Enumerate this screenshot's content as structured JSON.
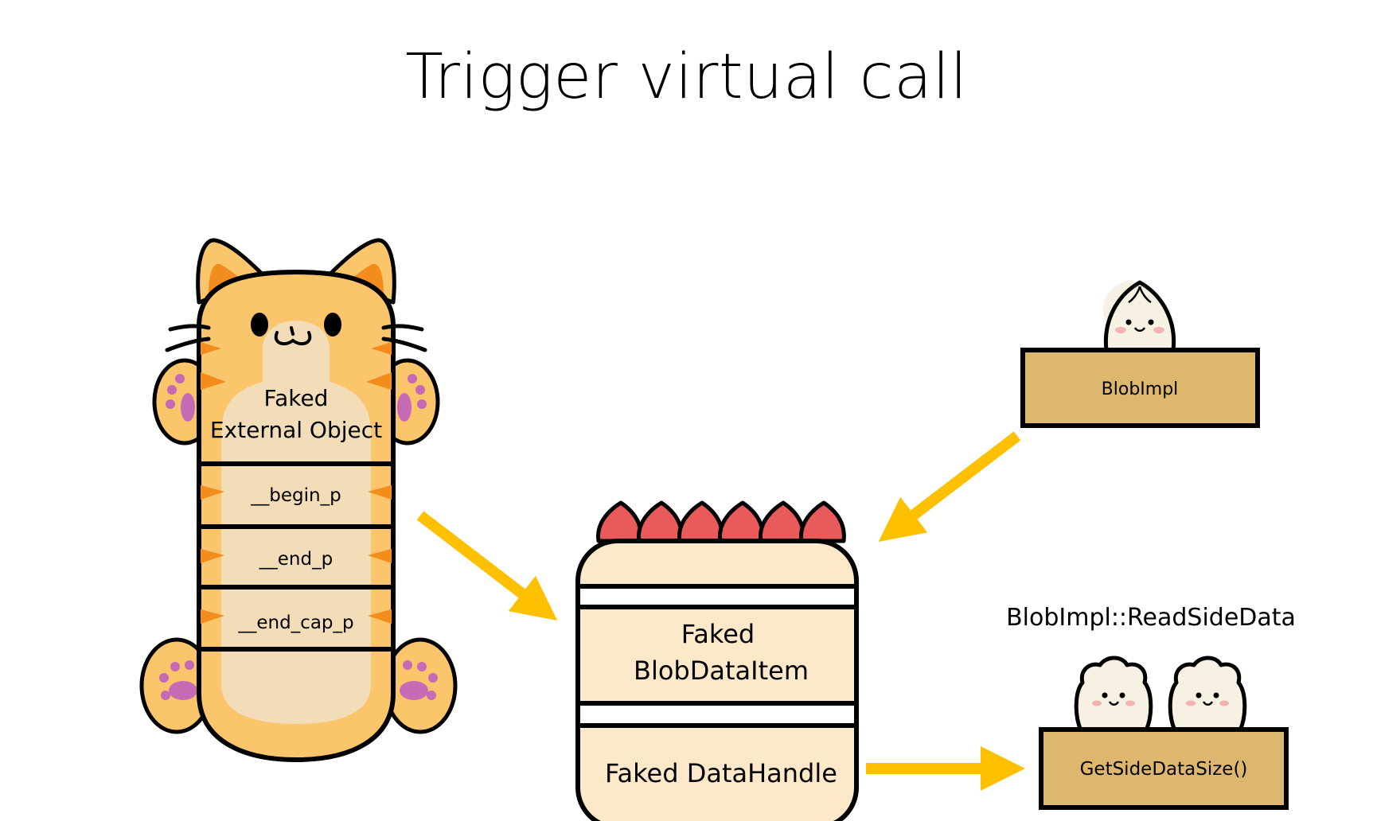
{
  "title": "Trigger virtual call",
  "cat": {
    "label_line1": "Faked",
    "label_line2": "External Object",
    "slots": [
      "__begin_p",
      "__end_p",
      "__end_cap_p"
    ]
  },
  "cake": {
    "label1_line1": "Faked",
    "label1_line2": "BlobDataItem",
    "label2": "Faked DataHandle"
  },
  "blob_impl": {
    "label": "BlobImpl"
  },
  "read_side_data": {
    "label": "BlobImpl::ReadSideData"
  },
  "get_side_data_size": {
    "label": "GetSideDataSize()"
  },
  "colors": {
    "arrow": "#FFC000",
    "box_fill": "#DDB76E",
    "cat_fur": "#FBC56B",
    "cat_belly": "#F3DDB9",
    "cat_ear_inner": "#F28C1C",
    "cat_paw_pad": "#C76AB5",
    "cake_body": "#FDE8CA",
    "strawberry": "#E95A5A",
    "dumpling": "#F7F1E3",
    "cheek": "#F6B1B1",
    "outline": "#000000"
  }
}
